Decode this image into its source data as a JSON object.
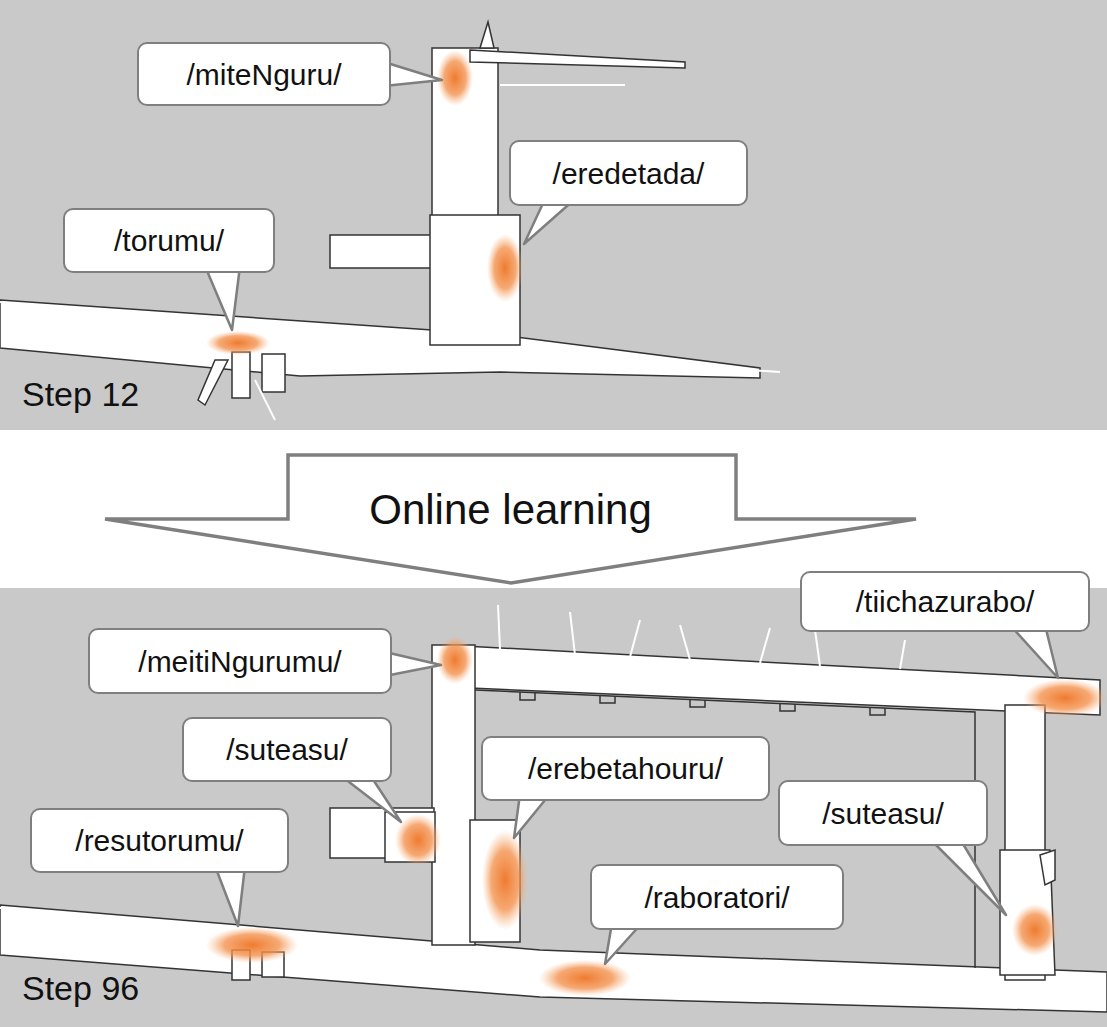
{
  "diagram": {
    "nodes": [
      {
        "text": [
          "/miteNguru/"
        ]
      },
      {
        "text": [
          "/eredetada/"
        ]
      },
      {
        "text": [
          "/torumu/"
        ]
      },
      {
        "text": [
          "Online learning"
        ]
      },
      {
        "text": [
          "/tiichazurabo/"
        ]
      },
      {
        "text": [
          "/meitiNgurumu/"
        ]
      },
      {
        "text": [
          "/suteasu/"
        ]
      },
      {
        "text": [
          "/erebetahouru/"
        ]
      },
      {
        "text": [
          "/suteasu/"
        ]
      },
      {
        "text": [
          "/resutorumu/"
        ]
      },
      {
        "text": [
          "/raboratori/"
        ]
      }
    ],
    "labels": [
      "Step 12",
      "Step 96"
    ]
  }
}
